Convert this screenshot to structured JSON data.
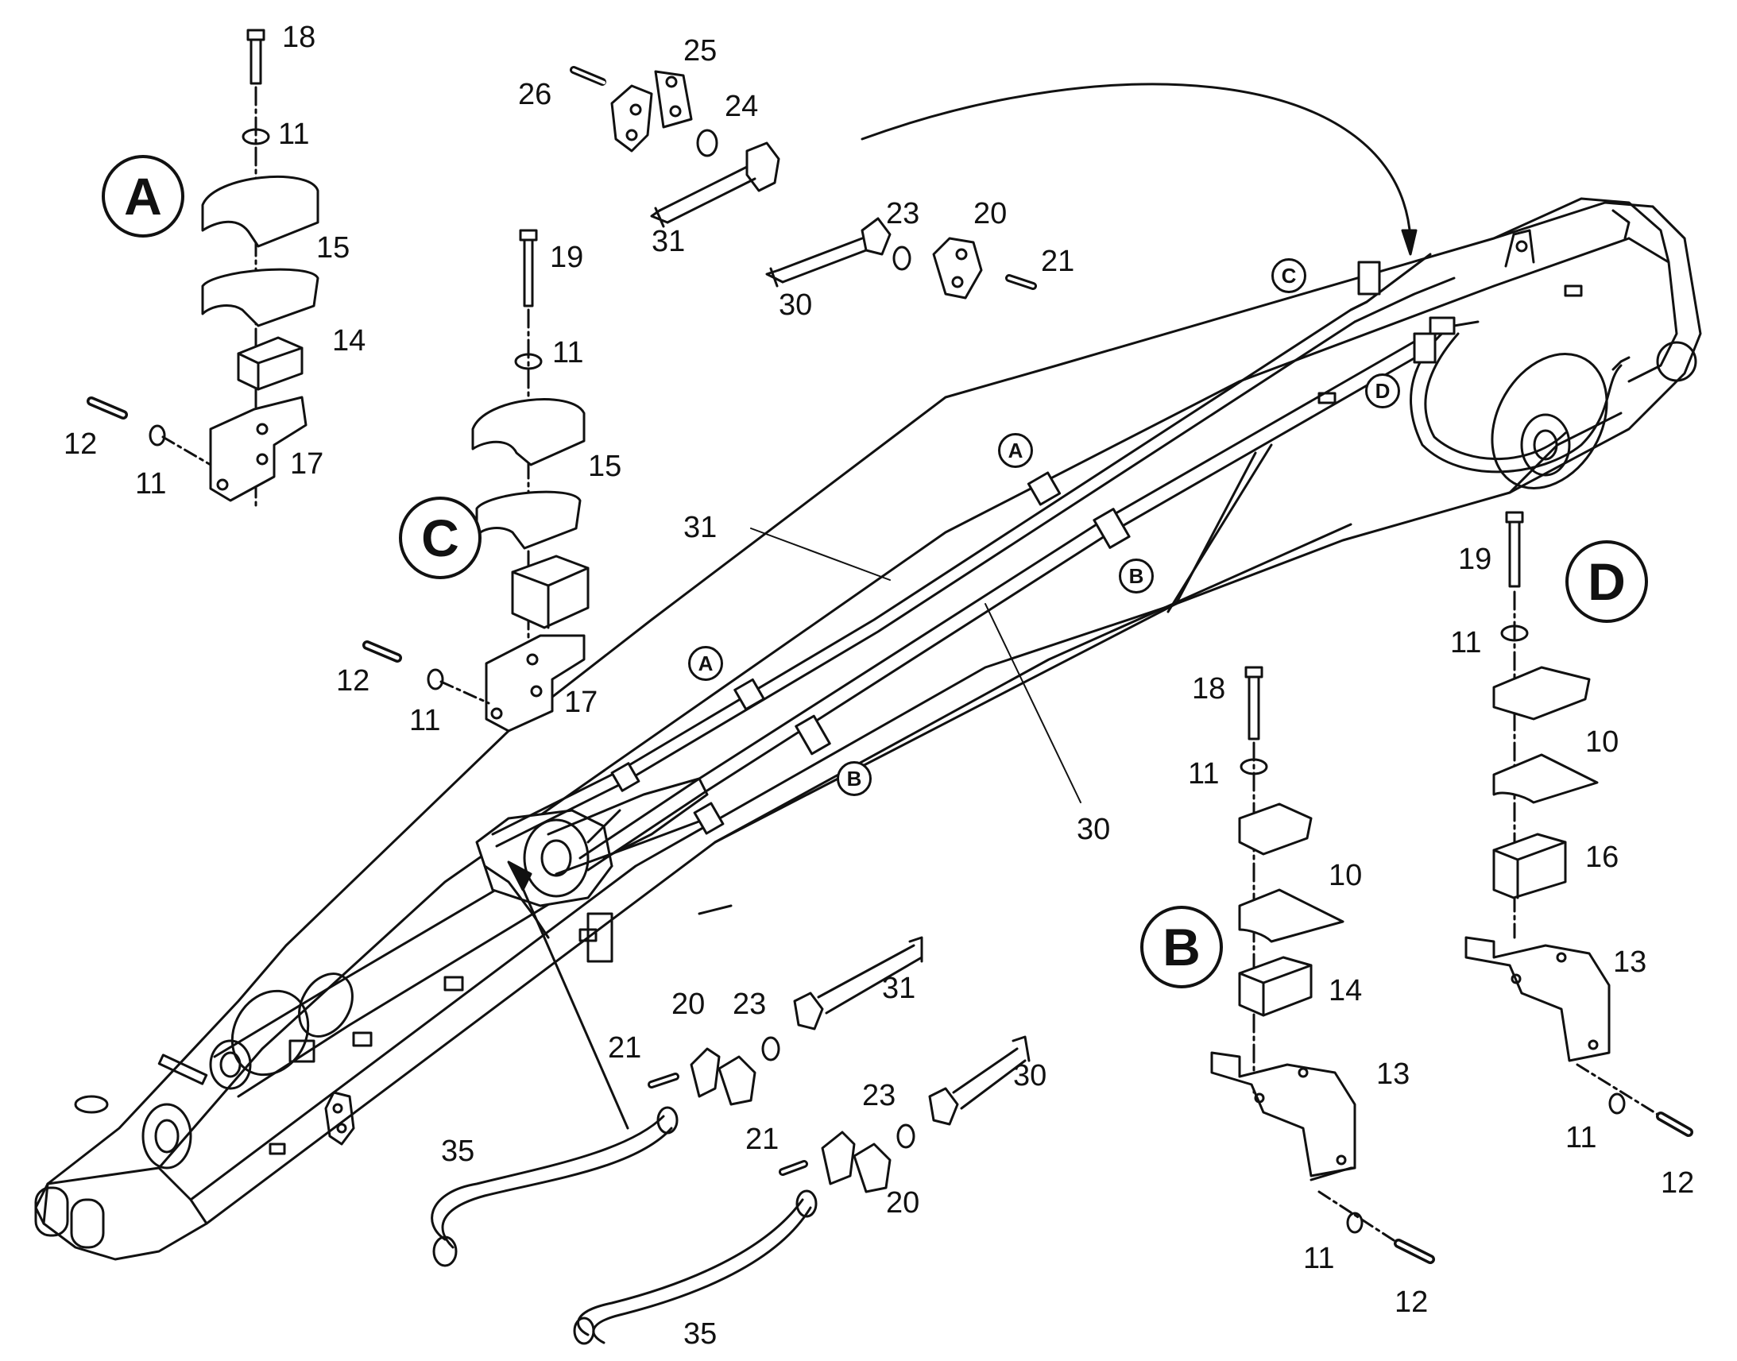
{
  "details": {
    "A": "A",
    "B": "B",
    "C": "C",
    "D": "D"
  },
  "refs": {
    "A1": "A",
    "A2": "A",
    "B1": "B",
    "B2": "B",
    "C": "C",
    "D": "D"
  },
  "parts": {
    "detailA": {
      "p18": "18",
      "p11a": "11",
      "p15": "15",
      "p14": "14",
      "p12": "12",
      "p11b": "11",
      "p17": "17"
    },
    "detailC": {
      "p19": "19",
      "p11a": "11",
      "p15": "15",
      "p12": "12",
      "p11b": "11",
      "p17": "17"
    },
    "detailB": {
      "p18": "18",
      "p11a": "11",
      "p10": "10",
      "p14": "14",
      "p13": "13",
      "p11b": "11",
      "p12": "12"
    },
    "detailD": {
      "p19": "19",
      "p11a": "11",
      "p10": "10",
      "p16": "16",
      "p13": "13",
      "p11b": "11",
      "p12": "12"
    },
    "topFlange": {
      "p26": "26",
      "p25": "25",
      "p24": "24",
      "p31": "31"
    },
    "rightFlange": {
      "p23": "23",
      "p20": "20",
      "p21": "21",
      "p30": "30"
    },
    "boom": {
      "p31": "31",
      "p30": "30"
    },
    "bottomFlangeA": {
      "p20": "20",
      "p23": "23",
      "p31": "31",
      "p21": "21",
      "p35": "35"
    },
    "bottomFlangeB": {
      "p23": "23",
      "p30": "30",
      "p21": "21",
      "p20": "20",
      "p35": "35"
    }
  }
}
